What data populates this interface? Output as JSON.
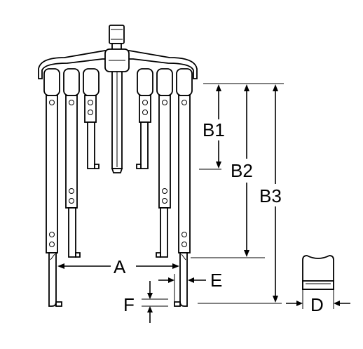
{
  "diagram": {
    "labels": {
      "a": "A",
      "b1": "B1",
      "b2": "B2",
      "b3": "B3",
      "d": "D",
      "e": "E",
      "f": "F"
    }
  }
}
